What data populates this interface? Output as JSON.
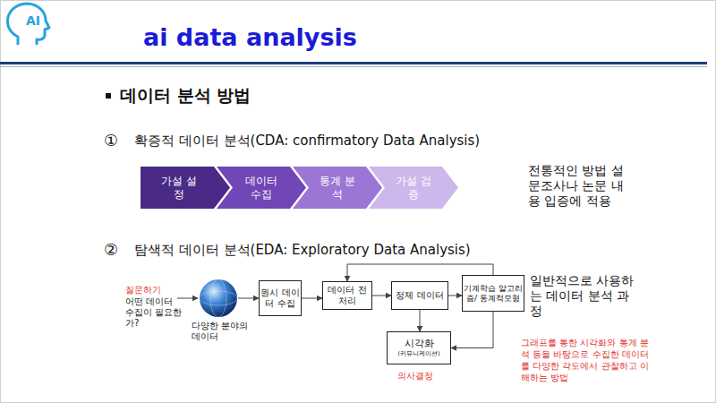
{
  "diagram": {
    "title": "ai data analysis",
    "nodes": [
      {
        "text": [
          "가설 설정"
        ]
      },
      {
        "text": [
          "데이터 수집"
        ]
      },
      {
        "text": [
          "통계 분석"
        ]
      },
      {
        "text": [
          "가설 검증"
        ]
      },
      {
        "text": [
          "다양한 분야의 데이터"
        ]
      },
      {
        "text": [
          "원시 데이터 수집"
        ]
      },
      {
        "text": [
          "데이터 전처리"
        ]
      },
      {
        "text": [
          "정제 데이터"
        ]
      },
      {
        "text": [
          "기계학습 알고리즘/ 통계적모형"
        ]
      },
      {
        "text": [
          "시각화",
          "(커뮤니케이션)"
        ]
      }
    ],
    "edges": [
      {
        "from": 4,
        "to": 5,
        "arrow": "to"
      },
      {
        "from": 5,
        "to": 6,
        "arrow": "to"
      },
      {
        "from": 6,
        "to": 7,
        "arrow": "to"
      },
      {
        "from": 7,
        "to": 8,
        "arrow": "to"
      },
      {
        "from": 8,
        "to": 6,
        "arrow": "to"
      },
      {
        "from": 7,
        "to": 9,
        "arrow": "to"
      },
      {
        "from": 8,
        "to": 9,
        "arrow": "to"
      }
    ],
    "labels": [
      "AI",
      "데이터 분석 방법",
      "①",
      "확증적 데이터 분석(CDA: confirmatory Data Analysis)",
      "전통적인 방법 설문조사나 논문 내용 입증에 적용",
      "②",
      "탐색적 데이터 분석(EDA: Exploratory Data Analysis)",
      "질문하기",
      "어떤 데이터 수집이 필요한가?",
      "의사결정",
      "일반적으로 사용하는 데이터 분석 과정",
      "그래프를 통한 시각화와 통계 분석 등을 바탕으로 수집한 데이터를 다양한 각도에서 관찰하고 이해하는 방법"
    ]
  }
}
